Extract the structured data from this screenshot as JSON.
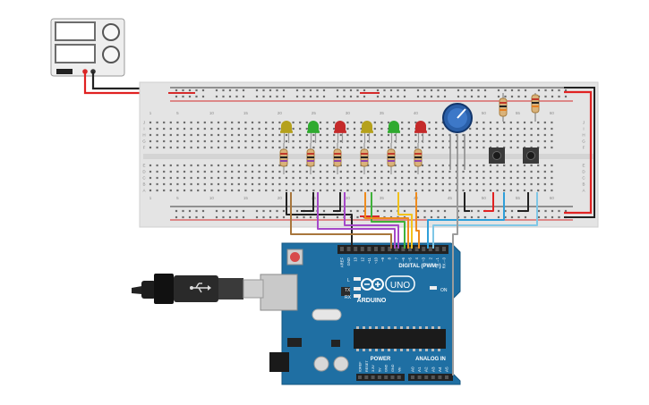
{
  "colors": {
    "breadboard": "#e3e3e3",
    "rail_red": "#d52b2b",
    "rail_blue": "#3c3c3c",
    "arduino_board": "#1f6fa3",
    "wire_black": "#222222",
    "wire_red": "#e02222",
    "wire_brown": "#a8763c",
    "wire_purple": "#a648c8",
    "wire_green": "#3fb23a",
    "wire_yellow": "#f2c21b",
    "wire_orange": "#ef8b1c",
    "wire_blue": "#2f9fd9",
    "wire_lightblue": "#7fc7e6",
    "led_yellow": "#b5a11c",
    "led_green": "#2faa2f",
    "led_red": "#c42a2a"
  },
  "power_supply": {
    "icons": [
      "display-icon",
      "knob-icon",
      "power-switch-icon"
    ]
  },
  "breadboard": {
    "column_numbers": [
      "1",
      "5",
      "10",
      "15",
      "20",
      "25",
      "30",
      "35",
      "40",
      "45",
      "50",
      "55",
      "60"
    ],
    "row_letters_top": [
      "J",
      "I",
      "H",
      "G",
      "F"
    ],
    "row_letters_bottom": [
      "E",
      "D",
      "C",
      "B",
      "A"
    ]
  },
  "leds": [
    {
      "color": "yellow"
    },
    {
      "color": "green"
    },
    {
      "color": "red"
    },
    {
      "color": "yellow"
    },
    {
      "color": "green"
    },
    {
      "color": "red"
    }
  ],
  "arduino": {
    "brand": "ARDUINO",
    "model": "UNO",
    "digital_label": "DIGITAL (PWM~)",
    "power_label": "POWER",
    "analog_label": "ANALOG IN",
    "on_label": "ON",
    "l_label": "L",
    "tx_label": "TX",
    "rx_label": "RX",
    "digital_pins": [
      "AREF",
      "GND",
      "13",
      "12",
      "~11",
      "~10",
      "~9",
      "8",
      "7",
      "~6",
      "~5",
      "4",
      "~3",
      "2",
      "TX→1",
      "RX←0"
    ],
    "power_pins": [
      "IOREF",
      "RESET",
      "3.3V",
      "5V",
      "GND",
      "GND",
      "Vin"
    ],
    "analog_pins": [
      "A0",
      "A1",
      "A2",
      "A3",
      "A4",
      "A5"
    ]
  },
  "usb_cable": {
    "icon": "usb-icon"
  }
}
